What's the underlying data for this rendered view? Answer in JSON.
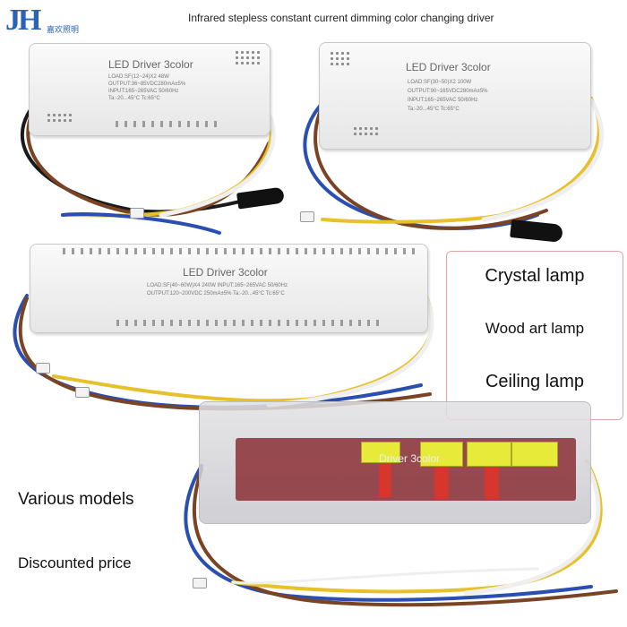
{
  "brand": {
    "logo_text": "JH",
    "logo_subtext": "嘉欢照明",
    "accent": "#2a62b8"
  },
  "headline": "Infrared stepless constant current dimming color changing driver",
  "drivers": [
    {
      "label": "LED Driver 3color",
      "spec_lines": [
        "LOAD:SF(12~24)X2 48W",
        "OUTPUT:36~85VDC280mA±5%",
        "INPUT:165~265VAC 50/60Hz",
        "Ta:-20...45°C  Tc:65°C"
      ]
    },
    {
      "label": "LED Driver 3color",
      "spec_lines": [
        "LOAD:SF(30~50)X2 100W",
        "OUTPUT:90~165VDC280mA±5%",
        "INPUT:165~265VAC 50/60Hz",
        "Ta:-20...45°C  Tc:65°C"
      ]
    },
    {
      "label": "LED Driver 3color",
      "spec_lines": [
        "LOAD:SF(40~60W)X4 240W  INPUT:165~265VAC 50/60Hz",
        "OUTPUT:120~200VDC 250mA±5%    Ta:-20...45°C Tc:65°C"
      ]
    },
    {
      "label": "Driver 3color",
      "spec_lines": []
    }
  ],
  "applications": [
    "Crystal lamp",
    "Wood art lamp",
    "Ceiling lamp"
  ],
  "selling_points": [
    "Various models",
    "Discounted price"
  ],
  "colors": {
    "wire_blue": "#2a4fb0",
    "wire_brown": "#7a4424",
    "wire_yellow": "#e7c12a",
    "wire_white": "#efefef",
    "wire_black": "#1a1a1a",
    "box_border": "#e7a3a3"
  }
}
